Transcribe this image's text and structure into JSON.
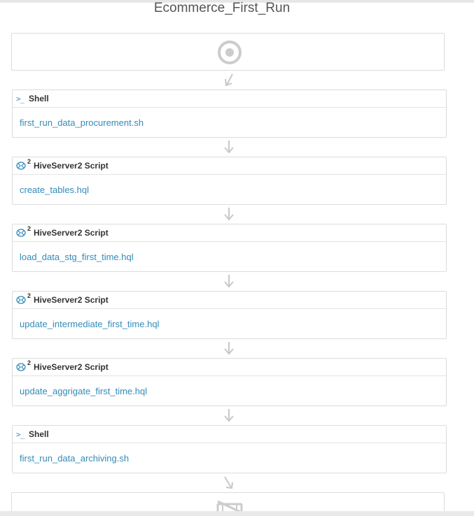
{
  "workflow": {
    "title": "Ecommerce_First_Run"
  },
  "icons": {
    "start": "start-target-icon",
    "end": "end-kill-icon",
    "shell": "shell-icon",
    "hive": "hive-icon",
    "arrow": "arrow-down-icon"
  },
  "colors": {
    "link": "#338bb8",
    "border": "#dcdcdc",
    "icon_grey": "#c8c8c8"
  },
  "actions": [
    {
      "type": "Shell",
      "name": "first_run_data_procurement.sh"
    },
    {
      "type": "HiveServer2 Script",
      "name": "create_tables.hql"
    },
    {
      "type": "HiveServer2 Script",
      "name": "load_data_stg_first_time.hql"
    },
    {
      "type": "HiveServer2 Script",
      "name": "update_intermediate_first_time.hql"
    },
    {
      "type": "HiveServer2 Script",
      "name": "update_aggrigate_first_time.hql"
    },
    {
      "type": "Shell",
      "name": "first_run_data_archiving.sh"
    }
  ],
  "hive_superscript": "2"
}
